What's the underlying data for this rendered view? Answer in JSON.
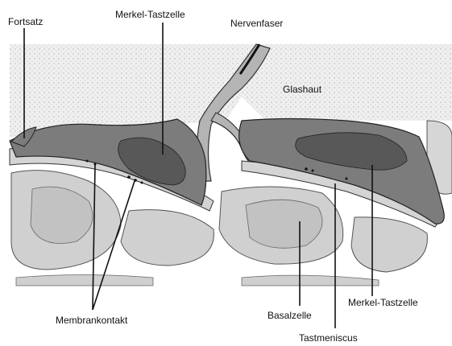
{
  "labels": {
    "fortsatz": "Fortsatz",
    "merkel_top": "Merkel-Tastzelle",
    "nervenfaser": "Nervenfaser",
    "glashaut": "Glashaut",
    "membrankontakt": "Membrankontakt",
    "basalzelle": "Basalzelle",
    "merkel_bottom": "Merkel-Tastzelle",
    "tastmeniscus": "Tastmeniscus"
  },
  "colors": {
    "glashaut_fill": "#eeeeee",
    "nerve_fill": "#b4b4b4",
    "merkel_fill": "#7c7c7c",
    "merkel_nucleus": "#585858",
    "meniscus_fill": "#d4d4d4",
    "cell_fill": "#d0d0d0",
    "nucleus_fill": "#c2c2c2",
    "gap_fill": "#ffffff",
    "line": "#111111"
  }
}
